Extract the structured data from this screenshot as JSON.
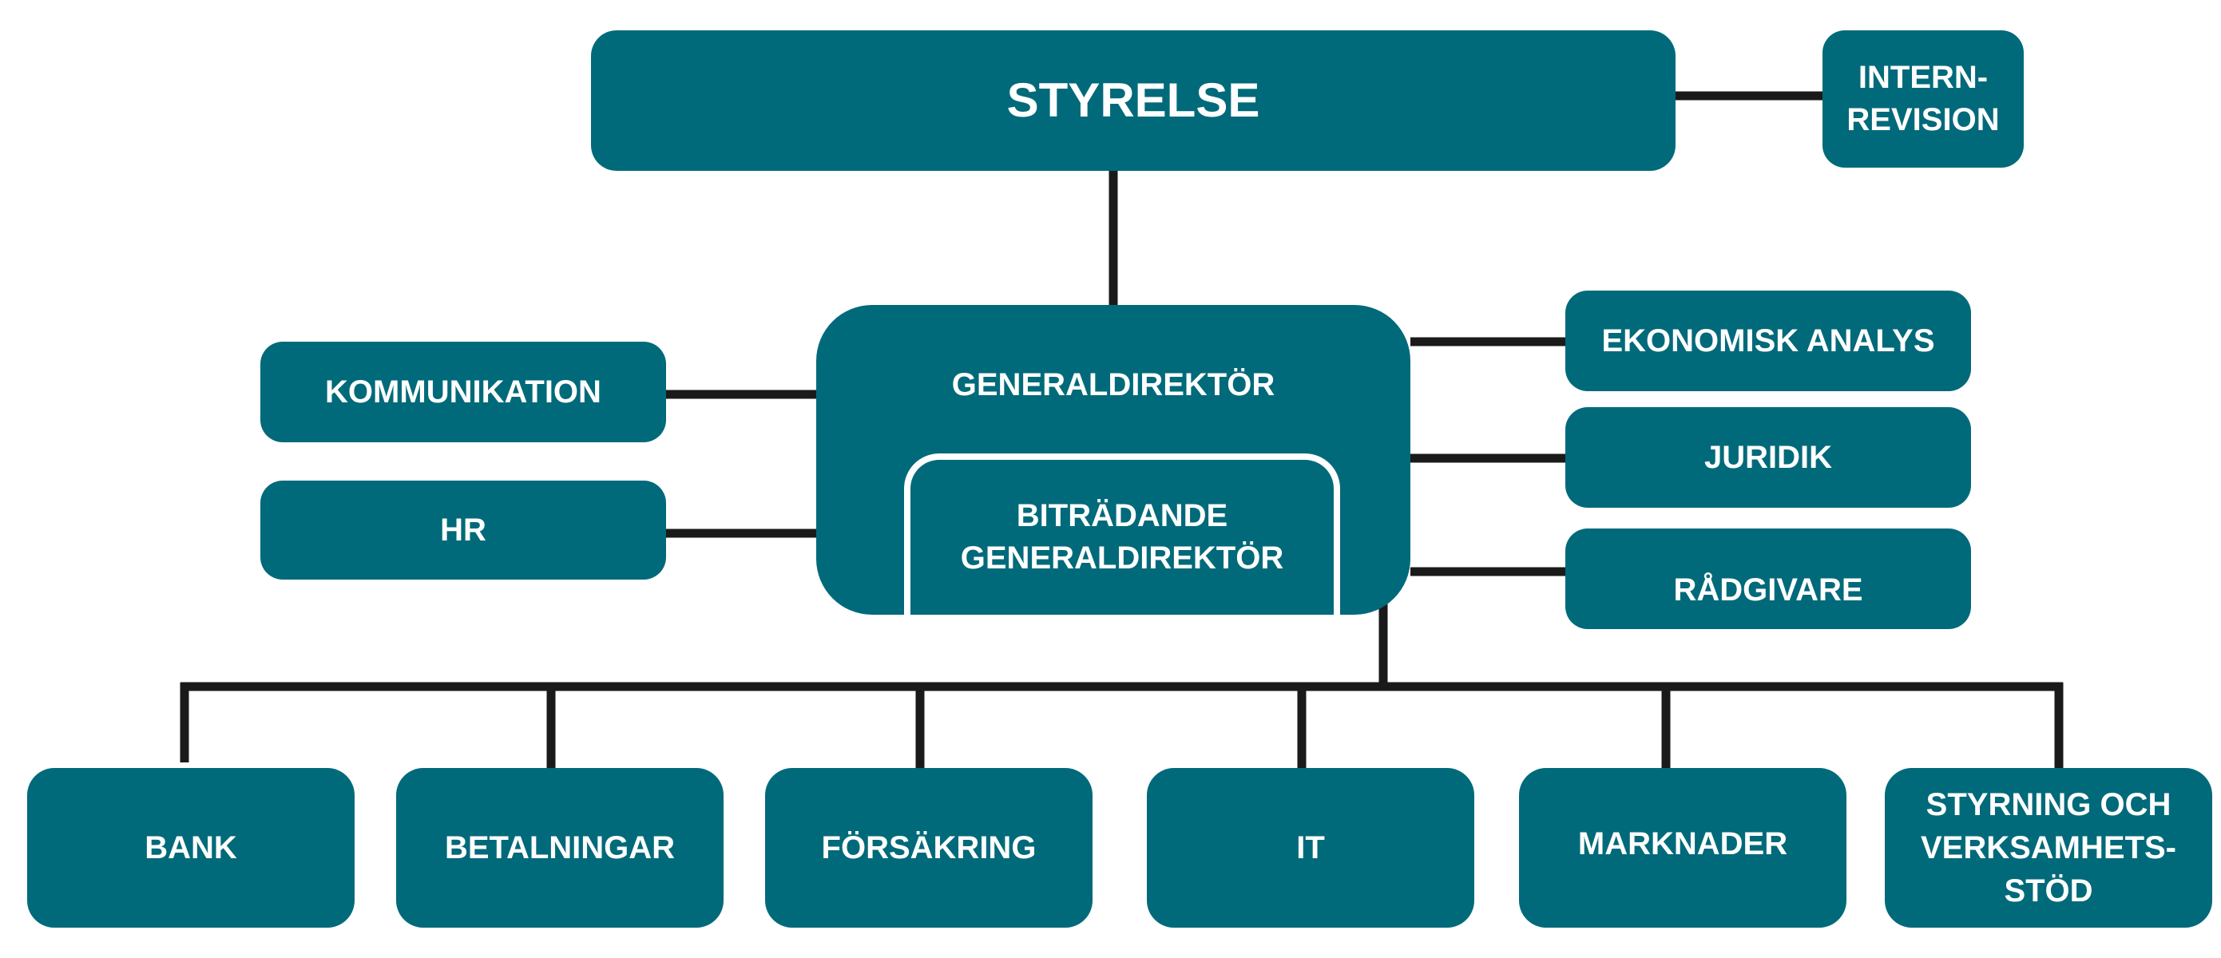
{
  "colors": {
    "box": "#016a7a",
    "text": "#ffffff",
    "line": "#1a1a1a"
  },
  "boxes": {
    "styrelse": "STYRELSE",
    "internrevision": "INTERN-\nREVISION",
    "generaldirektor": "GENERALDIREKTÖR",
    "bitradande": "BITRÄDANDE\nGENERALDIREKTÖR",
    "kommunikation": "KOMMUNIKATION",
    "hr": "HR",
    "ekonomisk_analys": "EKONOMISK ANALYS",
    "juridik": "JURIDIK",
    "radgivare": "RÅDGIVARE",
    "bank": "BANK",
    "betalningar": "BETALNINGAR",
    "forsakring": "FÖRSÄKRING",
    "it": "IT",
    "marknader": "MARKNADER",
    "styrning": "STYRNING OCH\nVERKSAMHETS-\nSTÖD"
  }
}
